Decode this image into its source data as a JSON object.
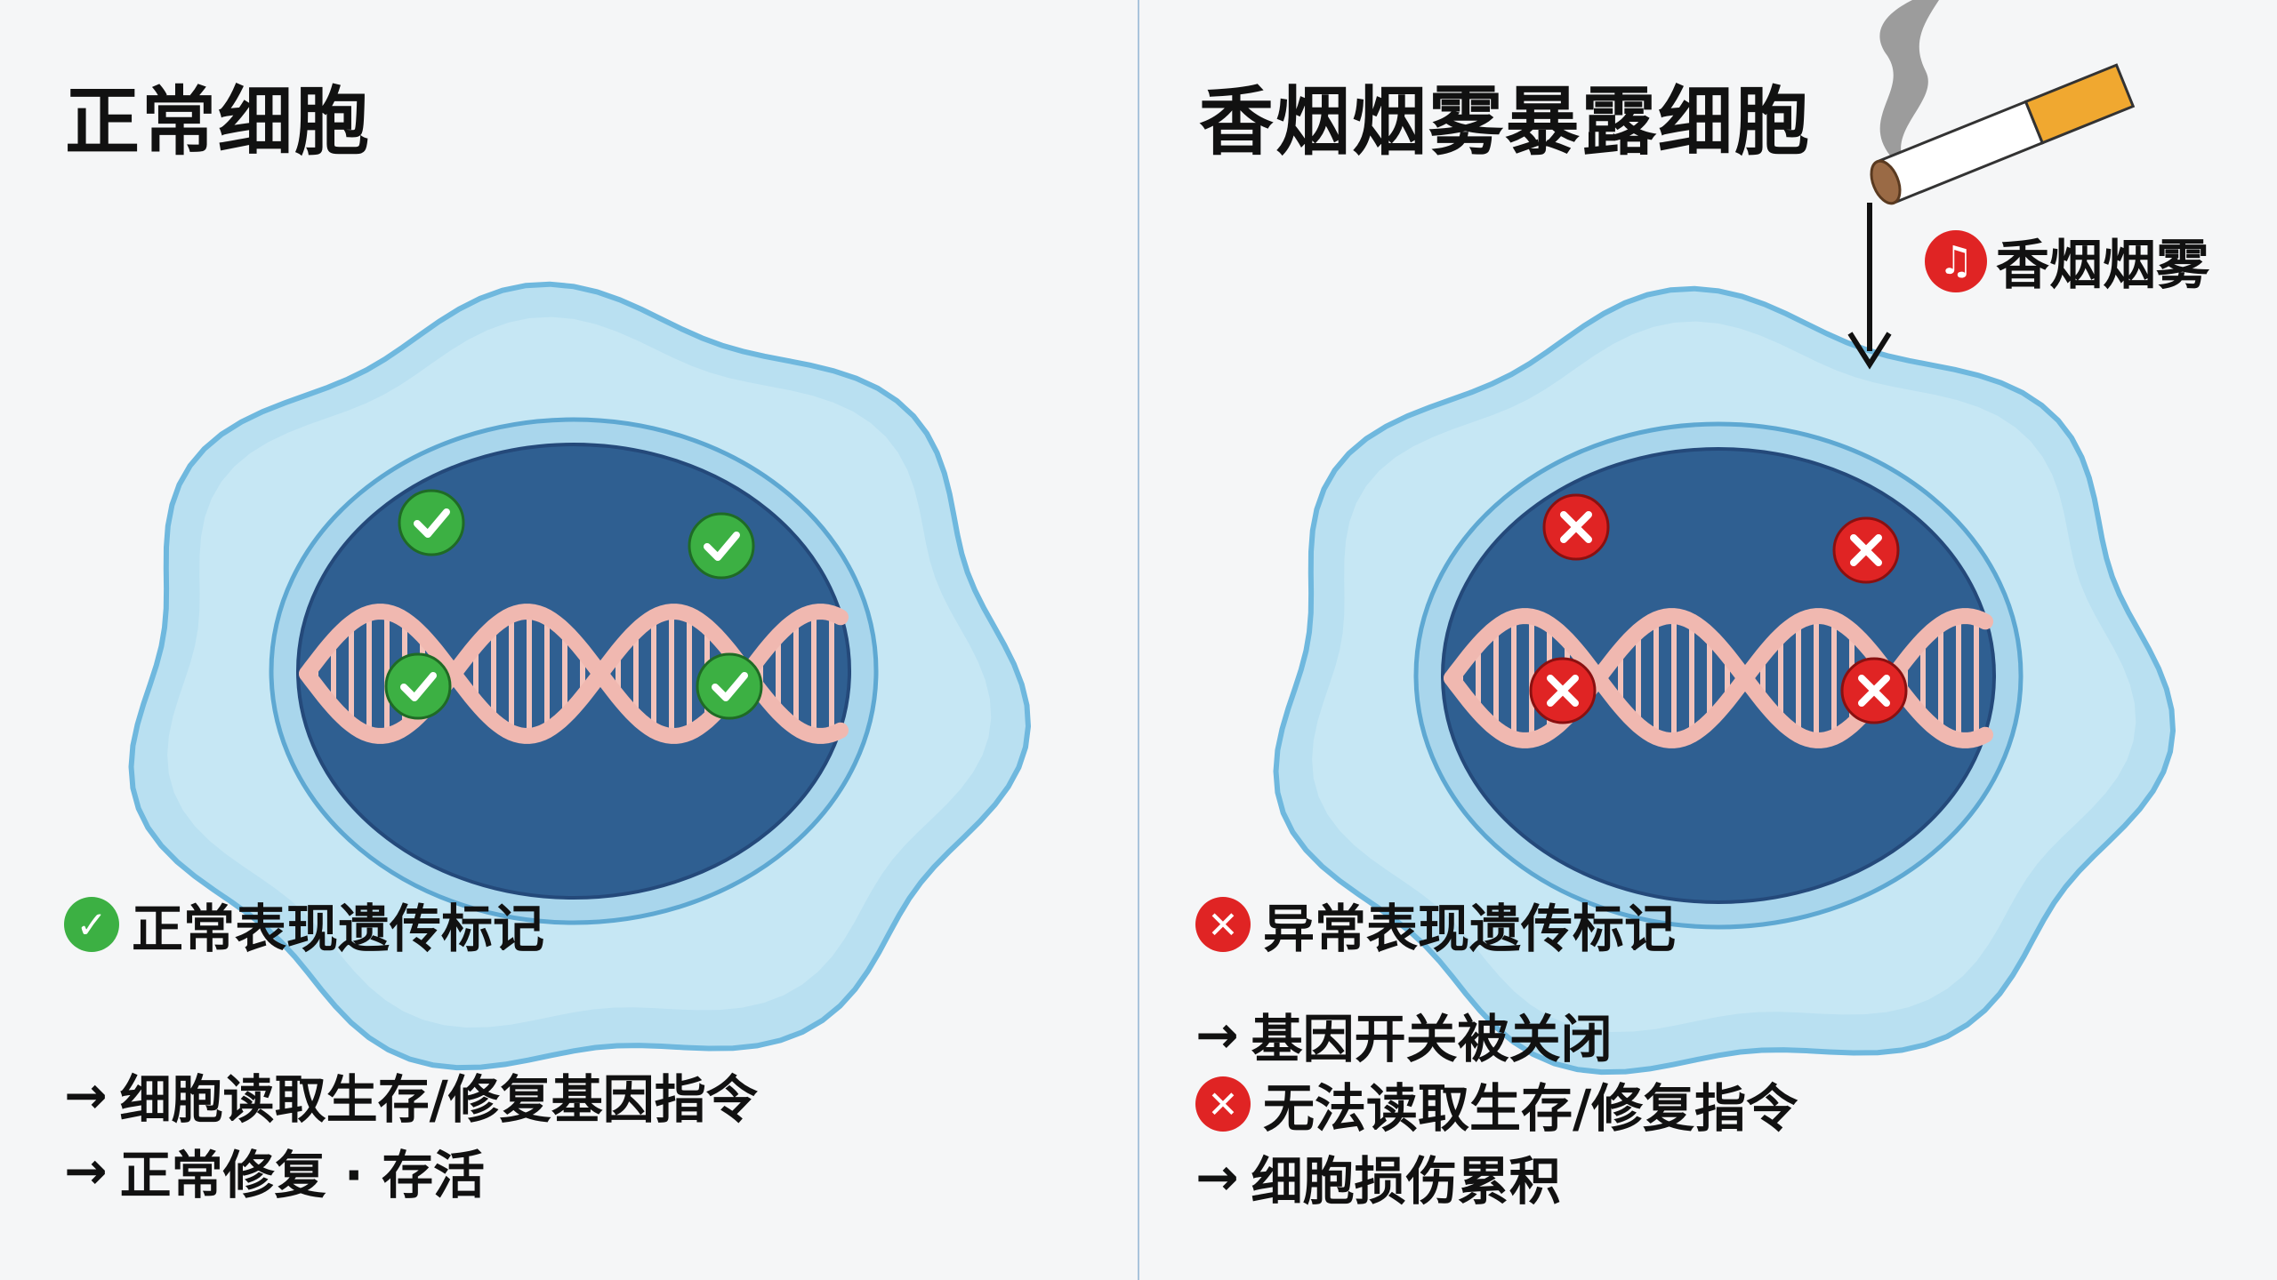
{
  "left": {
    "title": "正常细胞",
    "legend": "正常表现遗传标记",
    "lines": [
      "细胞读取生存/修复基因指令",
      "正常修复 · 存活"
    ],
    "arrow": "→",
    "check": "✓"
  },
  "right": {
    "title": "香烟烟雾暴露细胞",
    "smoke_tag": "香烟烟雾",
    "smoke_icon": "♫",
    "legend": "异常表现遗传标记",
    "lines": [
      "基因开关被关闭",
      "无法读取生存/修复指令",
      "细胞损伤累积"
    ],
    "arrow": "→",
    "cross": "✕"
  },
  "colors": {
    "ok": "#3cb043",
    "bad": "#e02424",
    "nucleus": "#2f5f91",
    "cytoplasm": "#bfe3f2",
    "dna": "#f0b8b0"
  }
}
